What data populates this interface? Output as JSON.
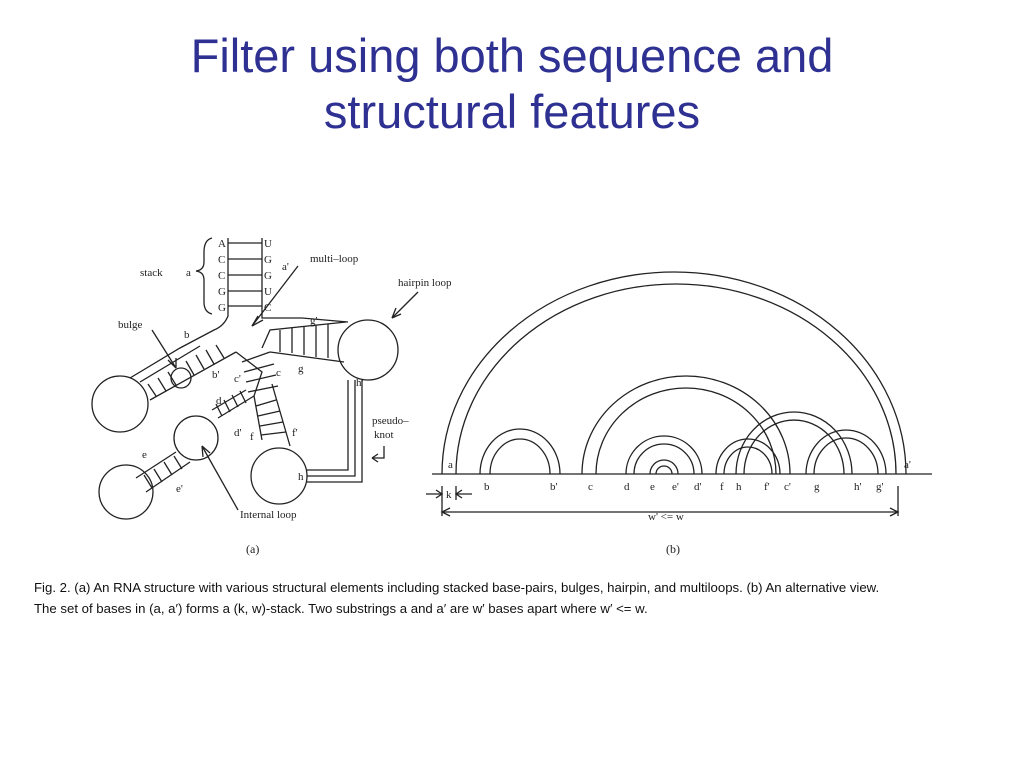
{
  "slide": {
    "title_line1": "Filter using both sequence and",
    "title_line2": "structural features",
    "title_color": "#2e3192"
  },
  "figure_a": {
    "panel_label": "(a)",
    "stack_label": "stack",
    "stack_strand_label": "a",
    "left_bases": [
      "A",
      "C",
      "C",
      "G",
      "G"
    ],
    "right_bases": [
      "U",
      "G",
      "G",
      "U",
      "C"
    ],
    "partner_label": "a'",
    "multiloop_label": "multi–loop",
    "hairpin_label": "hairpin loop",
    "bulge_label": "bulge",
    "internal_loop_label": "Internal loop",
    "pseudoknot_label_line1": "pseudo–",
    "pseudoknot_label_line2": "knot",
    "segment_labels": {
      "b": "b",
      "b_prime": "b'",
      "c": "c",
      "c_prime": "c'",
      "d": "d",
      "d_prime": "d'",
      "e": "e",
      "e_prime": "e'",
      "f": "f",
      "f_prime": "f'",
      "g": "g",
      "g_prime": "g'",
      "h": "h",
      "h_prime": "h'"
    }
  },
  "figure_b": {
    "panel_label": "(b)",
    "baseline_labels": [
      "a",
      "b",
      "b'",
      "c",
      "d",
      "e",
      "e'",
      "d'",
      "f",
      "h",
      "f'",
      "c'",
      "g",
      "h'",
      "g'",
      "a'"
    ],
    "k_label": "k",
    "width_label": "w' <= w"
  },
  "caption": {
    "line1": "Fig. 2. (a) An RNA structure with various structural elements including stacked base-pairs, bulges, hairpin, and multiloops. (b) An alternative view.",
    "line2": "The set of bases in (a, a′) forms a (k, w)-stack. Two substrings a and a′ are w′ bases apart where w′ <= w."
  }
}
